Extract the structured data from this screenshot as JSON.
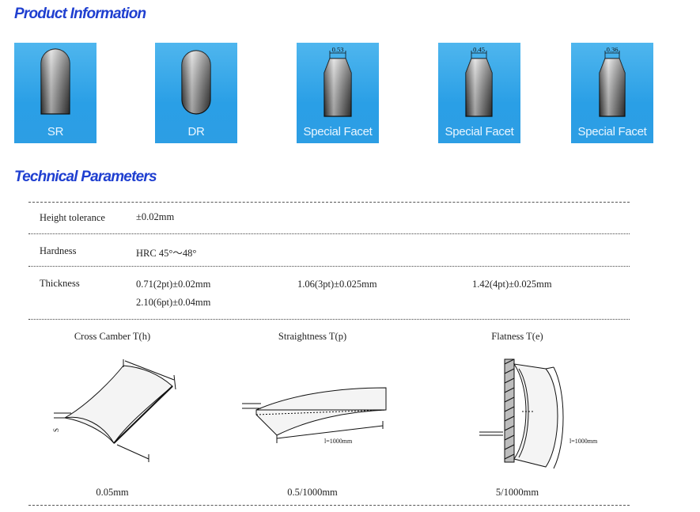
{
  "product_information": {
    "title": "Product Information",
    "cards": [
      {
        "label": "SR",
        "dimension": ""
      },
      {
        "label": "DR",
        "dimension": ""
      },
      {
        "label": "Special Facet",
        "dimension": "0.53"
      },
      {
        "label": "Special Facet",
        "dimension": "0.45"
      },
      {
        "label": "Special Facet",
        "dimension": "0.36"
      }
    ]
  },
  "technical_parameters": {
    "title": "Technical Parameters",
    "rows": [
      {
        "label": "Height tolerance",
        "values": [
          "±0.02mm"
        ]
      },
      {
        "label": "Hardness",
        "values": [
          "HRC 45°～48°"
        ]
      },
      {
        "label": "Thickness",
        "values": [
          "0.71(2pt)±0.02mm",
          "1.06(3pt)±0.025mm",
          "1.42(4pt)±0.025mm",
          "2.10(6pt)±0.04mm"
        ]
      }
    ],
    "diagrams": [
      {
        "caption": "Cross Camber T(h)",
        "value": "0.05mm",
        "annotation": "S"
      },
      {
        "caption": "Straightness T(p)",
        "value": "0.5/1000mm",
        "annotation": "l=1000mm"
      },
      {
        "caption": "Flatness T(e)",
        "value": "5/1000mm",
        "annotation": "l=1000mm"
      }
    ]
  }
}
